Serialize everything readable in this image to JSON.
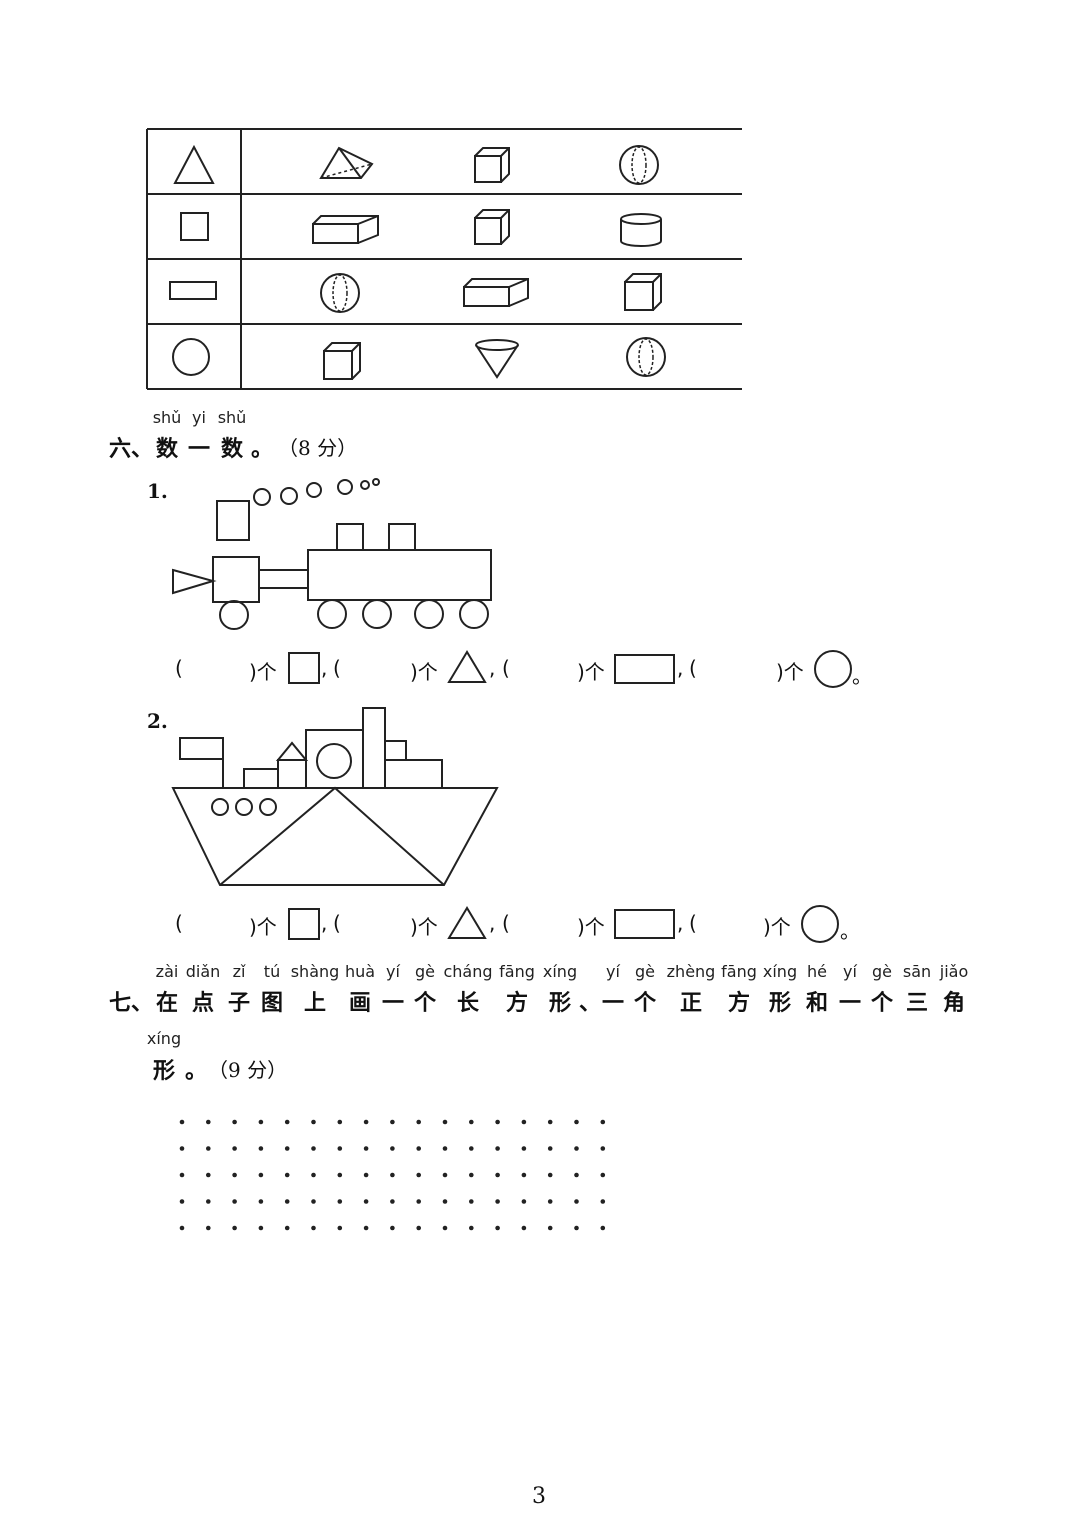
{
  "match_table": {
    "rows": [
      {
        "plane": "triangle-icon",
        "solids": [
          "triangular-pyramid-icon",
          "cube-icon",
          "sphere-icon"
        ]
      },
      {
        "plane": "square-icon",
        "solids": [
          "cuboid-icon",
          "cube-icon",
          "cylinder-icon"
        ]
      },
      {
        "plane": "rectangle-icon",
        "solids": [
          "sphere-icon",
          "cuboid-icon",
          "cube-icon"
        ]
      },
      {
        "plane": "circle-icon",
        "solids": [
          "cube-icon",
          "cone-icon",
          "sphere-icon"
        ]
      }
    ]
  },
  "section6": {
    "pinyin": [
      "shǔ",
      "yi",
      "shǔ"
    ],
    "title_prefix": "六、",
    "title_chars": [
      "数",
      "一",
      "数"
    ],
    "title_end": "。",
    "score": "（8 分）",
    "q1_label": "1.",
    "q2_label": "2.",
    "count_open": "(",
    "count_unit": ")个",
    "comma": ",",
    "period": "。"
  },
  "section7": {
    "prefix": "七、",
    "line1": [
      {
        "py": "zài",
        "hz": "在"
      },
      {
        "py": "diǎn",
        "hz": "点"
      },
      {
        "py": "zǐ",
        "hz": "子"
      },
      {
        "py": "tú",
        "hz": "图"
      },
      {
        "py": "shàng",
        "hz": "上"
      },
      {
        "py": "huà",
        "hz": "画"
      },
      {
        "py": "yí",
        "hz": "一"
      },
      {
        "py": "gè",
        "hz": "个"
      },
      {
        "py": "cháng",
        "hz": "长"
      },
      {
        "py": "fāng",
        "hz": "方"
      },
      {
        "py": "xíng",
        "hz": "形"
      },
      {
        "py": "",
        "hz": "、"
      },
      {
        "py": "yí",
        "hz": "一"
      },
      {
        "py": "gè",
        "hz": "个"
      },
      {
        "py": "zhèng",
        "hz": "正"
      },
      {
        "py": "fāng",
        "hz": "方"
      },
      {
        "py": "xíng",
        "hz": "形"
      },
      {
        "py": "hé",
        "hz": "和"
      },
      {
        "py": "yí",
        "hz": "一"
      },
      {
        "py": "gè",
        "hz": "个"
      },
      {
        "py": "sān",
        "hz": "三"
      },
      {
        "py": "jiǎo",
        "hz": "角"
      }
    ],
    "line2_pinyin": "xíng",
    "line2_char": "形",
    "line2_end": "。",
    "score": "（9 分）"
  },
  "dot_grid": {
    "rows": 5,
    "cols": 17
  },
  "page_number": "3"
}
